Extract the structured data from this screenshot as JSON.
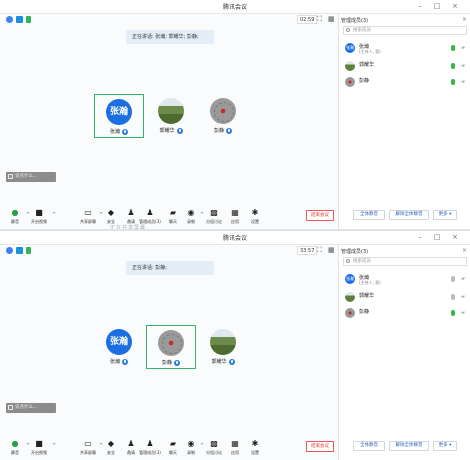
{
  "app_title": "腾讯会议",
  "side_panel": {
    "title": "管理成员(3)",
    "search_placeholder": "搜索成员",
    "buttons": [
      "全体静音",
      "解除全体静音",
      "更多 ▾"
    ]
  },
  "toolbar_labels": [
    "静音",
    "开启视频",
    "共享屏幕",
    "安全",
    "邀请",
    "管理成员(3)",
    "聊天",
    "录制",
    "分组讨论",
    "应用",
    "设置"
  ],
  "end_meeting_label": "结束会议",
  "chat_placeholder": "说点什么...",
  "top": {
    "timer": "02:59",
    "speaking": "正在讲话: 张瀚; 郭耀华; 彭静;",
    "tiles": [
      {
        "name": "张瀚",
        "avatar_text": "张瀚",
        "kind": "blue",
        "active": true
      },
      {
        "name": "郭耀华",
        "kind": "land",
        "active": false
      },
      {
        "name": "彭静",
        "kind": "stone",
        "active": false
      }
    ],
    "members": [
      {
        "name": "张瀚",
        "sub": "(主持人, 我)",
        "kind": "blue",
        "avatar_text": "张瀚",
        "mic": true
      },
      {
        "name": "郭耀华",
        "sub": "",
        "kind": "land",
        "mic": true
      },
      {
        "name": "彭静",
        "sub": "",
        "kind": "stone",
        "mic": true
      }
    ]
  },
  "bottom": {
    "timer": "33:57",
    "speaking": "正在讲话: 彭静;",
    "tiles": [
      {
        "name": "张瀚",
        "avatar_text": "张瀚",
        "kind": "blue",
        "active": false
      },
      {
        "name": "彭静",
        "kind": "stone",
        "active": true
      },
      {
        "name": "郭耀华",
        "kind": "land",
        "active": false
      }
    ],
    "members": [
      {
        "name": "张瀚",
        "sub": "(主持人, 我)",
        "kind": "blue",
        "avatar_text": "张瀚",
        "mic": false
      },
      {
        "name": "郭耀华",
        "sub": "",
        "kind": "land",
        "mic": false
      },
      {
        "name": "彭静",
        "sub": "",
        "kind": "stone",
        "mic": true
      }
    ]
  },
  "ghost_text": "正在共享屏幕"
}
